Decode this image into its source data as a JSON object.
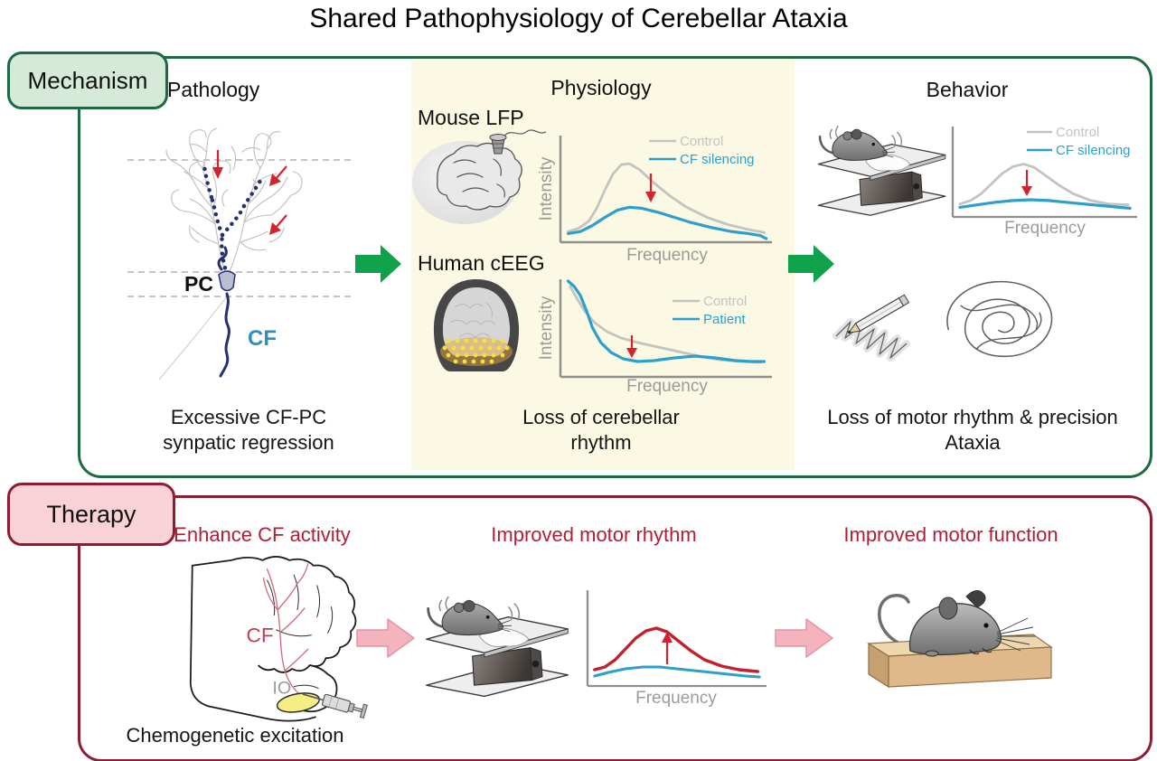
{
  "title": "Shared Pathophysiology of Cerebellar Ataxia",
  "palette": {
    "mechanism_border": "#1d6a42",
    "mechanism_fill": "#d5ead9",
    "therapy_border": "#8e1d31",
    "therapy_fill": "#f9d2d8",
    "physiology_bg": "#fbf8e3",
    "green_arrow": "#10a14b",
    "pink_arrow": "#f5b3be",
    "control_gray": "#c3c3c0",
    "treated_blue": "#2e9fcc",
    "therapy_red": "#c1202c",
    "annotation_red": "#d2232e",
    "heading_red": "#b01f35",
    "cf_navy": "#253073"
  },
  "mechanism": {
    "label": "Mechanism",
    "pathology": {
      "heading": "Pathology",
      "pc_label": "PC",
      "cf_label": "CF",
      "caption": [
        "Excessive CF-PC",
        "synpatic regression"
      ]
    },
    "physiology": {
      "heading": "Physiology",
      "mouse_lfp_label": "Mouse LFP",
      "human_ceeg_label": "Human cEEG",
      "caption": [
        "Loss of cerebellar",
        "rhythm"
      ]
    },
    "behavior": {
      "heading": "Behavior",
      "caption": [
        "Loss of motor rhythm & precision",
        "Ataxia"
      ]
    }
  },
  "therapy": {
    "label": "Therapy",
    "headings": [
      "Enhance CF activity",
      "Improved motor rhythm",
      "Improved motor function"
    ],
    "cf_label": "CF",
    "io_label": "IO",
    "caption": "Chemogenetic excitation"
  },
  "chart_data": [
    {
      "id": "mouse-lfp-spectrum",
      "type": "line",
      "context": "Mouse LFP",
      "xlabel": "Frequency",
      "ylabel": "Intensity",
      "annotation": {
        "type": "arrow",
        "direction": "down",
        "color": "#d2232e"
      },
      "series": [
        {
          "name": "Control",
          "color": "#c3c3c0",
          "points": [
            [
              0.02,
              0.93
            ],
            [
              0.07,
              0.9
            ],
            [
              0.12,
              0.83
            ],
            [
              0.16,
              0.7
            ],
            [
              0.2,
              0.52
            ],
            [
              0.24,
              0.36
            ],
            [
              0.28,
              0.27
            ],
            [
              0.32,
              0.26
            ],
            [
              0.37,
              0.32
            ],
            [
              0.44,
              0.45
            ],
            [
              0.52,
              0.58
            ],
            [
              0.6,
              0.69
            ],
            [
              0.7,
              0.79
            ],
            [
              0.8,
              0.86
            ],
            [
              0.9,
              0.91
            ],
            [
              0.98,
              0.94
            ]
          ]
        },
        {
          "name": "CF silencing",
          "color": "#2e9fcc",
          "points": [
            [
              0.02,
              0.95
            ],
            [
              0.08,
              0.93
            ],
            [
              0.14,
              0.87
            ],
            [
              0.2,
              0.79
            ],
            [
              0.26,
              0.72
            ],
            [
              0.32,
              0.69
            ],
            [
              0.38,
              0.7
            ],
            [
              0.46,
              0.74
            ],
            [
              0.54,
              0.79
            ],
            [
              0.62,
              0.84
            ],
            [
              0.72,
              0.89
            ],
            [
              0.82,
              0.93
            ],
            [
              0.9,
              0.95
            ],
            [
              0.96,
              0.97
            ],
            [
              0.99,
              1.0
            ]
          ]
        }
      ]
    },
    {
      "id": "human-ceeg-spectrum",
      "type": "line",
      "context": "Human cEEG",
      "xlabel": "Frequency",
      "ylabel": "Intensity",
      "annotation": {
        "type": "arrow",
        "direction": "down",
        "color": "#d2232e"
      },
      "series": [
        {
          "name": "Control",
          "color": "#c3c3c0",
          "points": [
            [
              0.03,
              0.06
            ],
            [
              0.06,
              0.18
            ],
            [
              0.1,
              0.33
            ],
            [
              0.15,
              0.46
            ],
            [
              0.21,
              0.56
            ],
            [
              0.28,
              0.63
            ],
            [
              0.36,
              0.68
            ],
            [
              0.44,
              0.72
            ],
            [
              0.52,
              0.76
            ],
            [
              0.6,
              0.8
            ],
            [
              0.68,
              0.84
            ],
            [
              0.76,
              0.87
            ],
            [
              0.86,
              0.89
            ],
            [
              0.96,
              0.9
            ]
          ]
        },
        {
          "name": "Patient",
          "color": "#2e9fcc",
          "points": [
            [
              0.02,
              0.0
            ],
            [
              0.05,
              0.06
            ],
            [
              0.08,
              0.16
            ],
            [
              0.11,
              0.33
            ],
            [
              0.14,
              0.52
            ],
            [
              0.18,
              0.68
            ],
            [
              0.23,
              0.79
            ],
            [
              0.29,
              0.86
            ],
            [
              0.36,
              0.89
            ],
            [
              0.44,
              0.88
            ],
            [
              0.54,
              0.85
            ],
            [
              0.64,
              0.83
            ],
            [
              0.74,
              0.85
            ],
            [
              0.84,
              0.88
            ],
            [
              0.92,
              0.89
            ],
            [
              0.98,
              0.89
            ]
          ]
        }
      ]
    },
    {
      "id": "behavior-tremor-spectrum",
      "type": "line",
      "context": "Behavior",
      "xlabel": "Frequency",
      "ylabel": "",
      "annotation": {
        "type": "arrow",
        "direction": "down",
        "color": "#d2232e"
      },
      "series": [
        {
          "name": "Control",
          "color": "#c3c3c0",
          "points": [
            [
              0.02,
              0.89
            ],
            [
              0.08,
              0.85
            ],
            [
              0.14,
              0.77
            ],
            [
              0.2,
              0.65
            ],
            [
              0.26,
              0.53
            ],
            [
              0.32,
              0.45
            ],
            [
              0.38,
              0.42
            ],
            [
              0.44,
              0.46
            ],
            [
              0.5,
              0.55
            ],
            [
              0.58,
              0.67
            ],
            [
              0.66,
              0.77
            ],
            [
              0.76,
              0.85
            ],
            [
              0.86,
              0.89
            ],
            [
              0.97,
              0.9
            ]
          ]
        },
        {
          "name": "CF silencing",
          "color": "#2e9fcc",
          "points": [
            [
              0.02,
              0.93
            ],
            [
              0.12,
              0.9
            ],
            [
              0.22,
              0.87
            ],
            [
              0.32,
              0.85
            ],
            [
              0.42,
              0.84
            ],
            [
              0.52,
              0.85
            ],
            [
              0.62,
              0.87
            ],
            [
              0.72,
              0.89
            ],
            [
              0.82,
              0.91
            ],
            [
              0.92,
              0.93
            ],
            [
              0.98,
              0.94
            ]
          ]
        }
      ]
    },
    {
      "id": "therapy-tremor-spectrum",
      "type": "line",
      "context": "Improved motor rhythm",
      "xlabel": "Frequency",
      "ylabel": "",
      "annotation": {
        "type": "arrow",
        "direction": "up",
        "color": "#d2232e"
      },
      "series": [
        {
          "name": "",
          "color": "#2e9fcc",
          "points": [
            [
              0.02,
              0.93
            ],
            [
              0.1,
              0.89
            ],
            [
              0.2,
              0.85
            ],
            [
              0.3,
              0.83
            ],
            [
              0.4,
              0.83
            ],
            [
              0.5,
              0.85
            ],
            [
              0.6,
              0.87
            ],
            [
              0.7,
              0.89
            ],
            [
              0.8,
              0.91
            ],
            [
              0.9,
              0.93
            ],
            [
              0.98,
              0.94
            ]
          ]
        },
        {
          "name": "",
          "color": "#c1202c",
          "points": [
            [
              0.02,
              0.86
            ],
            [
              0.08,
              0.83
            ],
            [
              0.14,
              0.75
            ],
            [
              0.2,
              0.63
            ],
            [
              0.26,
              0.51
            ],
            [
              0.32,
              0.43
            ],
            [
              0.38,
              0.4
            ],
            [
              0.44,
              0.44
            ],
            [
              0.5,
              0.53
            ],
            [
              0.58,
              0.65
            ],
            [
              0.66,
              0.75
            ],
            [
              0.76,
              0.82
            ],
            [
              0.86,
              0.86
            ],
            [
              0.97,
              0.88
            ]
          ]
        }
      ]
    }
  ]
}
